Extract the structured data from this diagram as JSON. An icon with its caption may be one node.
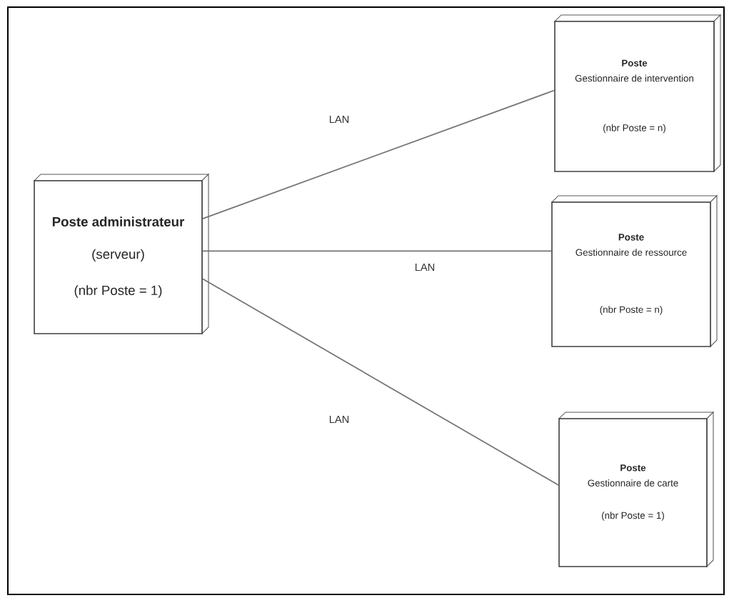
{
  "diagram": {
    "nodes": [
      {
        "text": [
          "Poste administrateur",
          "(serveur)",
          "(nbr Poste = 1)"
        ]
      },
      {
        "text": [
          "Poste",
          "Gestionnaire de intervention",
          "(nbr Poste = n)"
        ]
      },
      {
        "text": [
          "Poste",
          "Gestionnaire de ressource",
          "(nbr Poste = n)"
        ]
      },
      {
        "text": [
          "Poste",
          "Gestionnaire de carte",
          "(nbr Poste = 1)"
        ]
      }
    ],
    "edges": [
      {
        "from": 0,
        "to": 1,
        "arrow": "none",
        "label": "LAN"
      },
      {
        "from": 0,
        "to": 2,
        "arrow": "none",
        "label": "LAN"
      },
      {
        "from": 0,
        "to": 3,
        "arrow": "none",
        "label": "LAN"
      }
    ]
  }
}
